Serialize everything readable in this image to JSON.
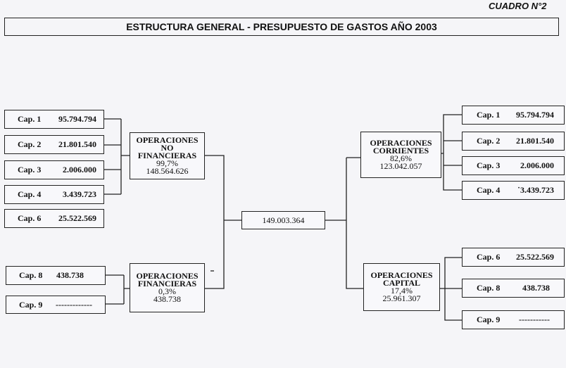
{
  "header": {
    "cuadro": "CUADRO N°2",
    "title": "ESTRUCTURA GENERAL - PRESUPUESTO DE GASTOS AÑO 2003"
  },
  "total": "149.003.364",
  "left": {
    "caps": [
      {
        "label": "Cap. 1",
        "value": "95.794.794"
      },
      {
        "label": "Cap. 2",
        "value": "21.801.540"
      },
      {
        "label": "Cap. 3",
        "value": "2.006.000"
      },
      {
        "label": "Cap. 4",
        "value": "3.439.723"
      },
      {
        "label": "Cap. 6",
        "value": "25.522.569"
      },
      {
        "label": "Cap. 8",
        "value": "438.738"
      },
      {
        "label": "Cap. 9",
        "value": "-------------"
      }
    ],
    "no_financieras": {
      "line1": "OPERACIONES",
      "line2": "NO",
      "line3": "FINANCIERAS",
      "pct": "99,7%",
      "amount": "148.564.626"
    },
    "financieras": {
      "line1": "OPERACIONES",
      "line2": "FINANCIERAS",
      "pct": "0,3%",
      "amount": "438.738"
    }
  },
  "right": {
    "corrientes": {
      "line1": "OPERACIONES",
      "line2": "CORRIENTES",
      "pct": "82,6%",
      "amount": "123.042.057"
    },
    "capital": {
      "line1": "OPERACIONES",
      "line2": "CAPITAL",
      "pct": "17,4%",
      "amount": "25.961.307"
    },
    "caps_corrientes": [
      {
        "label": "Cap. 1",
        "value": "95.794.794"
      },
      {
        "label": "Cap. 2",
        "value": "21.801.540"
      },
      {
        "label": "Cap. 3",
        "value": "2.006.000"
      },
      {
        "label": "Cap. 4",
        "value": "˙3.439.723"
      }
    ],
    "caps_capital": [
      {
        "label": "Cap. 6",
        "value": "25.522.569"
      },
      {
        "label": "Cap. 8",
        "value": "438.738"
      },
      {
        "label": "Cap. 9",
        "value": "-----------"
      }
    ]
  }
}
